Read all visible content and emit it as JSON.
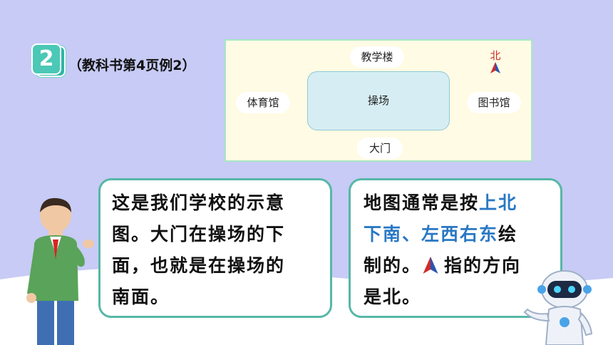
{
  "example": {
    "number": "2",
    "reference": "（教科书第4页例2）"
  },
  "map": {
    "top_label": "教学楼",
    "left_label": "体育馆",
    "right_label": "图书馆",
    "bottom_label": "大门",
    "center_label": "操场",
    "north_label": "北"
  },
  "bubble_left": {
    "lines": [
      "这是我们学校的示意",
      "图。大门在操场的下",
      "面，也就是在操场的",
      "南面。"
    ]
  },
  "bubble_right": {
    "line1_plain": "地图通常是按",
    "line1_blue": "上北",
    "line2_blue": "下南、左西右东",
    "line2_plain": "绘",
    "line3_a": "制的。",
    "line3_b": "指的方向",
    "line4": "是北。"
  },
  "colors": {
    "background": "#c7cbf5",
    "accent_teal": "#57b7a7",
    "highlight_blue": "#2a78c4",
    "north_red": "#d12b2b"
  },
  "icons": [
    "north-arrow-icon",
    "boy-character",
    "robot-character"
  ]
}
